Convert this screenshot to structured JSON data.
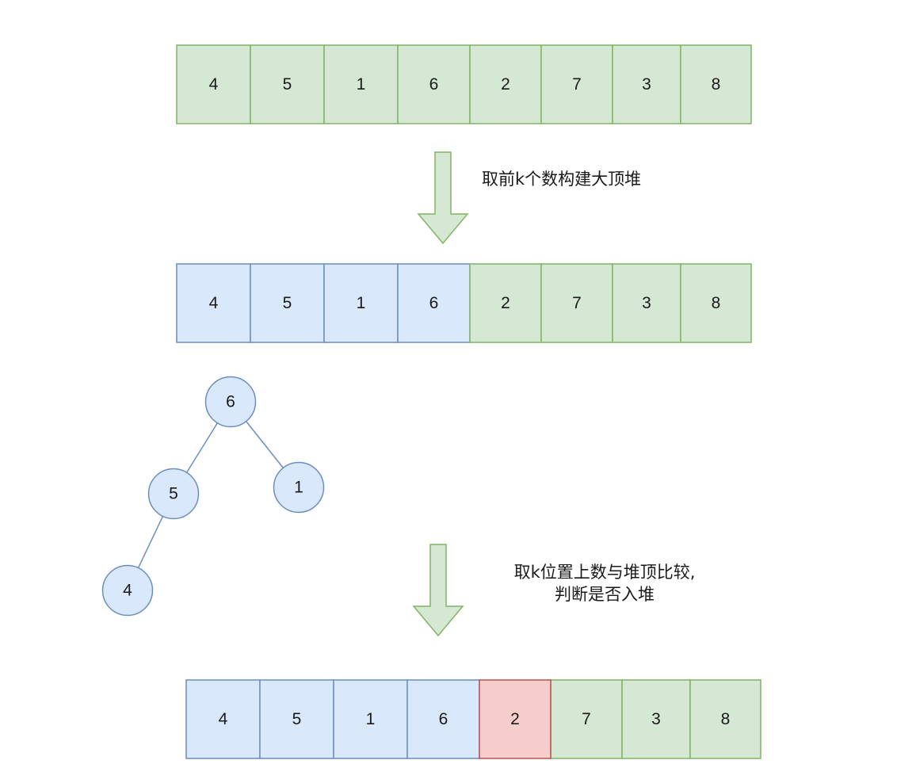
{
  "colors": {
    "green_fill": "#d5e8d4",
    "green_stroke": "#82b366",
    "blue_fill": "#dae8fc",
    "blue_stroke": "#6c8ebf",
    "red_fill": "#f8cecc",
    "red_stroke": "#b85450",
    "tree_edge": "#6c8ebf"
  },
  "arrays": [
    {
      "cells": [
        {
          "value": "4",
          "style": "green"
        },
        {
          "value": "5",
          "style": "green"
        },
        {
          "value": "1",
          "style": "green"
        },
        {
          "value": "6",
          "style": "green"
        },
        {
          "value": "2",
          "style": "green"
        },
        {
          "value": "7",
          "style": "green"
        },
        {
          "value": "3",
          "style": "green"
        },
        {
          "value": "8",
          "style": "green"
        }
      ]
    },
    {
      "cells": [
        {
          "value": "4",
          "style": "blue"
        },
        {
          "value": "5",
          "style": "blue"
        },
        {
          "value": "1",
          "style": "blue"
        },
        {
          "value": "6",
          "style": "blue"
        },
        {
          "value": "2",
          "style": "green"
        },
        {
          "value": "7",
          "style": "green"
        },
        {
          "value": "3",
          "style": "green"
        },
        {
          "value": "8",
          "style": "green"
        }
      ]
    },
    {
      "cells": [
        {
          "value": "4",
          "style": "blue"
        },
        {
          "value": "5",
          "style": "blue"
        },
        {
          "value": "1",
          "style": "blue"
        },
        {
          "value": "6",
          "style": "blue"
        },
        {
          "value": "2",
          "style": "red"
        },
        {
          "value": "7",
          "style": "green"
        },
        {
          "value": "3",
          "style": "green"
        },
        {
          "value": "8",
          "style": "green"
        }
      ]
    }
  ],
  "steps": [
    {
      "lines": [
        "取前k个数构建大顶堆"
      ]
    },
    {
      "lines": [
        "取k位置上数与堆顶比较,",
        "判断是否入堆"
      ]
    }
  ],
  "heap": {
    "nodes": [
      {
        "value": "6"
      },
      {
        "value": "5"
      },
      {
        "value": "1"
      },
      {
        "value": "4"
      }
    ],
    "edges": [
      [
        0,
        1
      ],
      [
        0,
        2
      ],
      [
        1,
        3
      ]
    ]
  }
}
